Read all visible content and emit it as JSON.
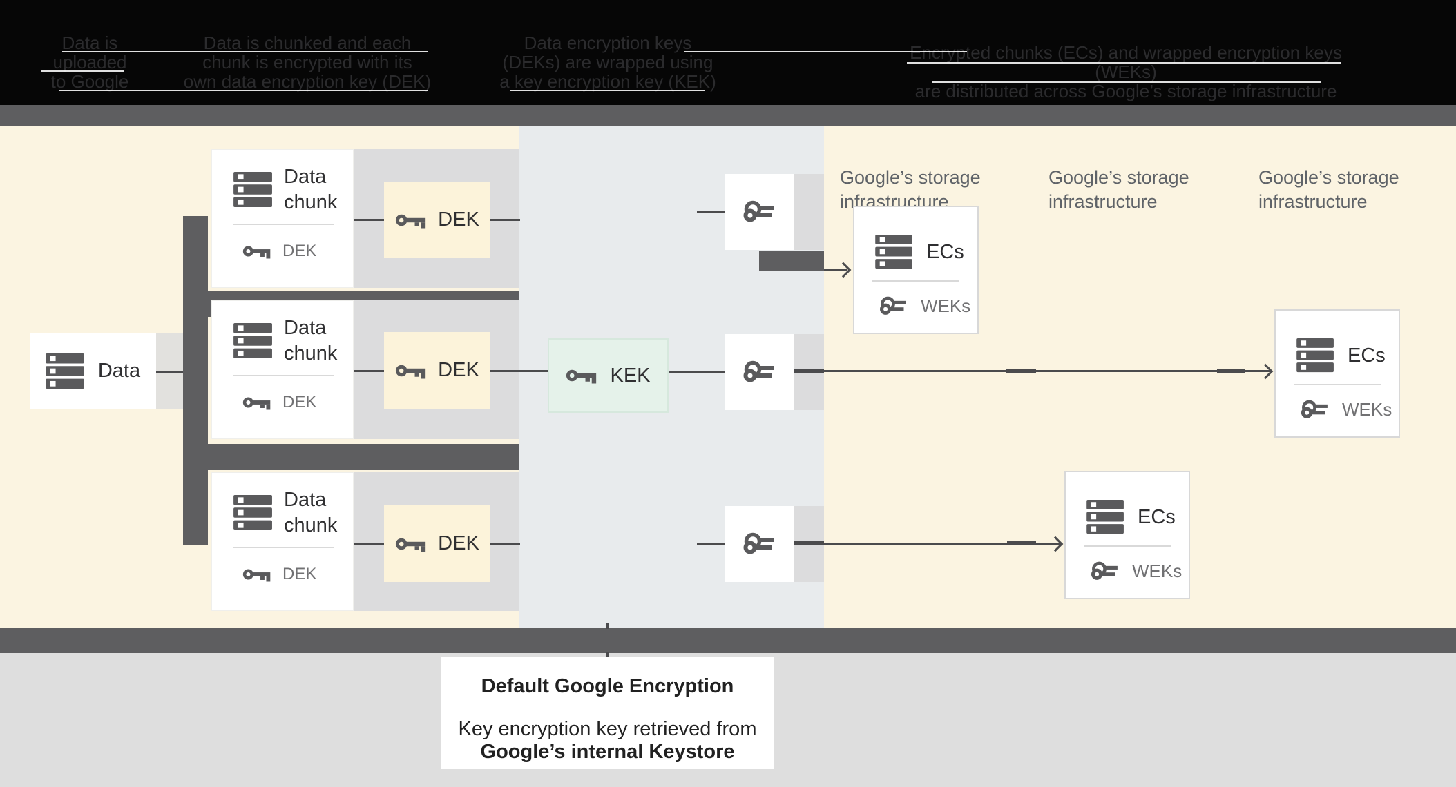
{
  "header": {
    "steps": [
      {
        "lines": [
          "Data is",
          "uploaded",
          "to Google"
        ]
      },
      {
        "lines": [
          "Data is chunked and each",
          "chunk is encrypted with its",
          "own data encryption key (DEK)"
        ]
      },
      {
        "lines": [
          "Data encryption keys",
          "(DEKs) are wrapped using",
          "a key encryption key (KEK)"
        ]
      },
      {
        "lines": [
          "Encrypted chunks (ECs) and wrapped encryption keys (WEKs)",
          "are distributed across Google’s storage infrastructure"
        ]
      }
    ]
  },
  "diagram": {
    "data_box": {
      "label": "Data"
    },
    "chunk_cards": [
      {
        "title1": "Data",
        "title2": "chunk",
        "key_label": "DEK"
      },
      {
        "title1": "Data",
        "title2": "chunk",
        "key_label": "DEK"
      },
      {
        "title1": "Data",
        "title2": "chunk",
        "key_label": "DEK"
      }
    ],
    "dek_boxes": [
      {
        "label": "DEK"
      },
      {
        "label": "DEK"
      },
      {
        "label": "DEK"
      }
    ],
    "kek_box": {
      "label": "KEK"
    },
    "storage_labels": [
      {
        "line1": "Google’s storage",
        "line2": "infrastructure"
      },
      {
        "line1": "Google’s storage",
        "line2": "infrastructure"
      },
      {
        "line1": "Google’s storage",
        "line2": "infrastructure"
      }
    ],
    "ec_boxes": [
      {
        "label": "ECs",
        "key_label": "WEKs"
      },
      {
        "label": "ECs",
        "key_label": "WEKs"
      },
      {
        "label": "ECs",
        "key_label": "WEKs"
      }
    ]
  },
  "caption": {
    "title": "Default Google Encryption",
    "line1": "Key encryption key retrieved from",
    "line2": "Google’s internal Keystore"
  },
  "colors": {
    "black": "#060606",
    "band": "#5e5e60",
    "cream": "#fbf4e1",
    "bluegray": "#e8ebed",
    "rowgray": "#dcdcdd",
    "dekcream": "#fcf3da",
    "kekgreen": "#e5f2ea",
    "footer": "#dedede",
    "icon": "#5a5a5c",
    "line": "#4b4b4d",
    "ink": "#2f2f31",
    "graytext": "#717173",
    "storagetext": "#5f6368",
    "headertext": "#2b2b2d"
  }
}
